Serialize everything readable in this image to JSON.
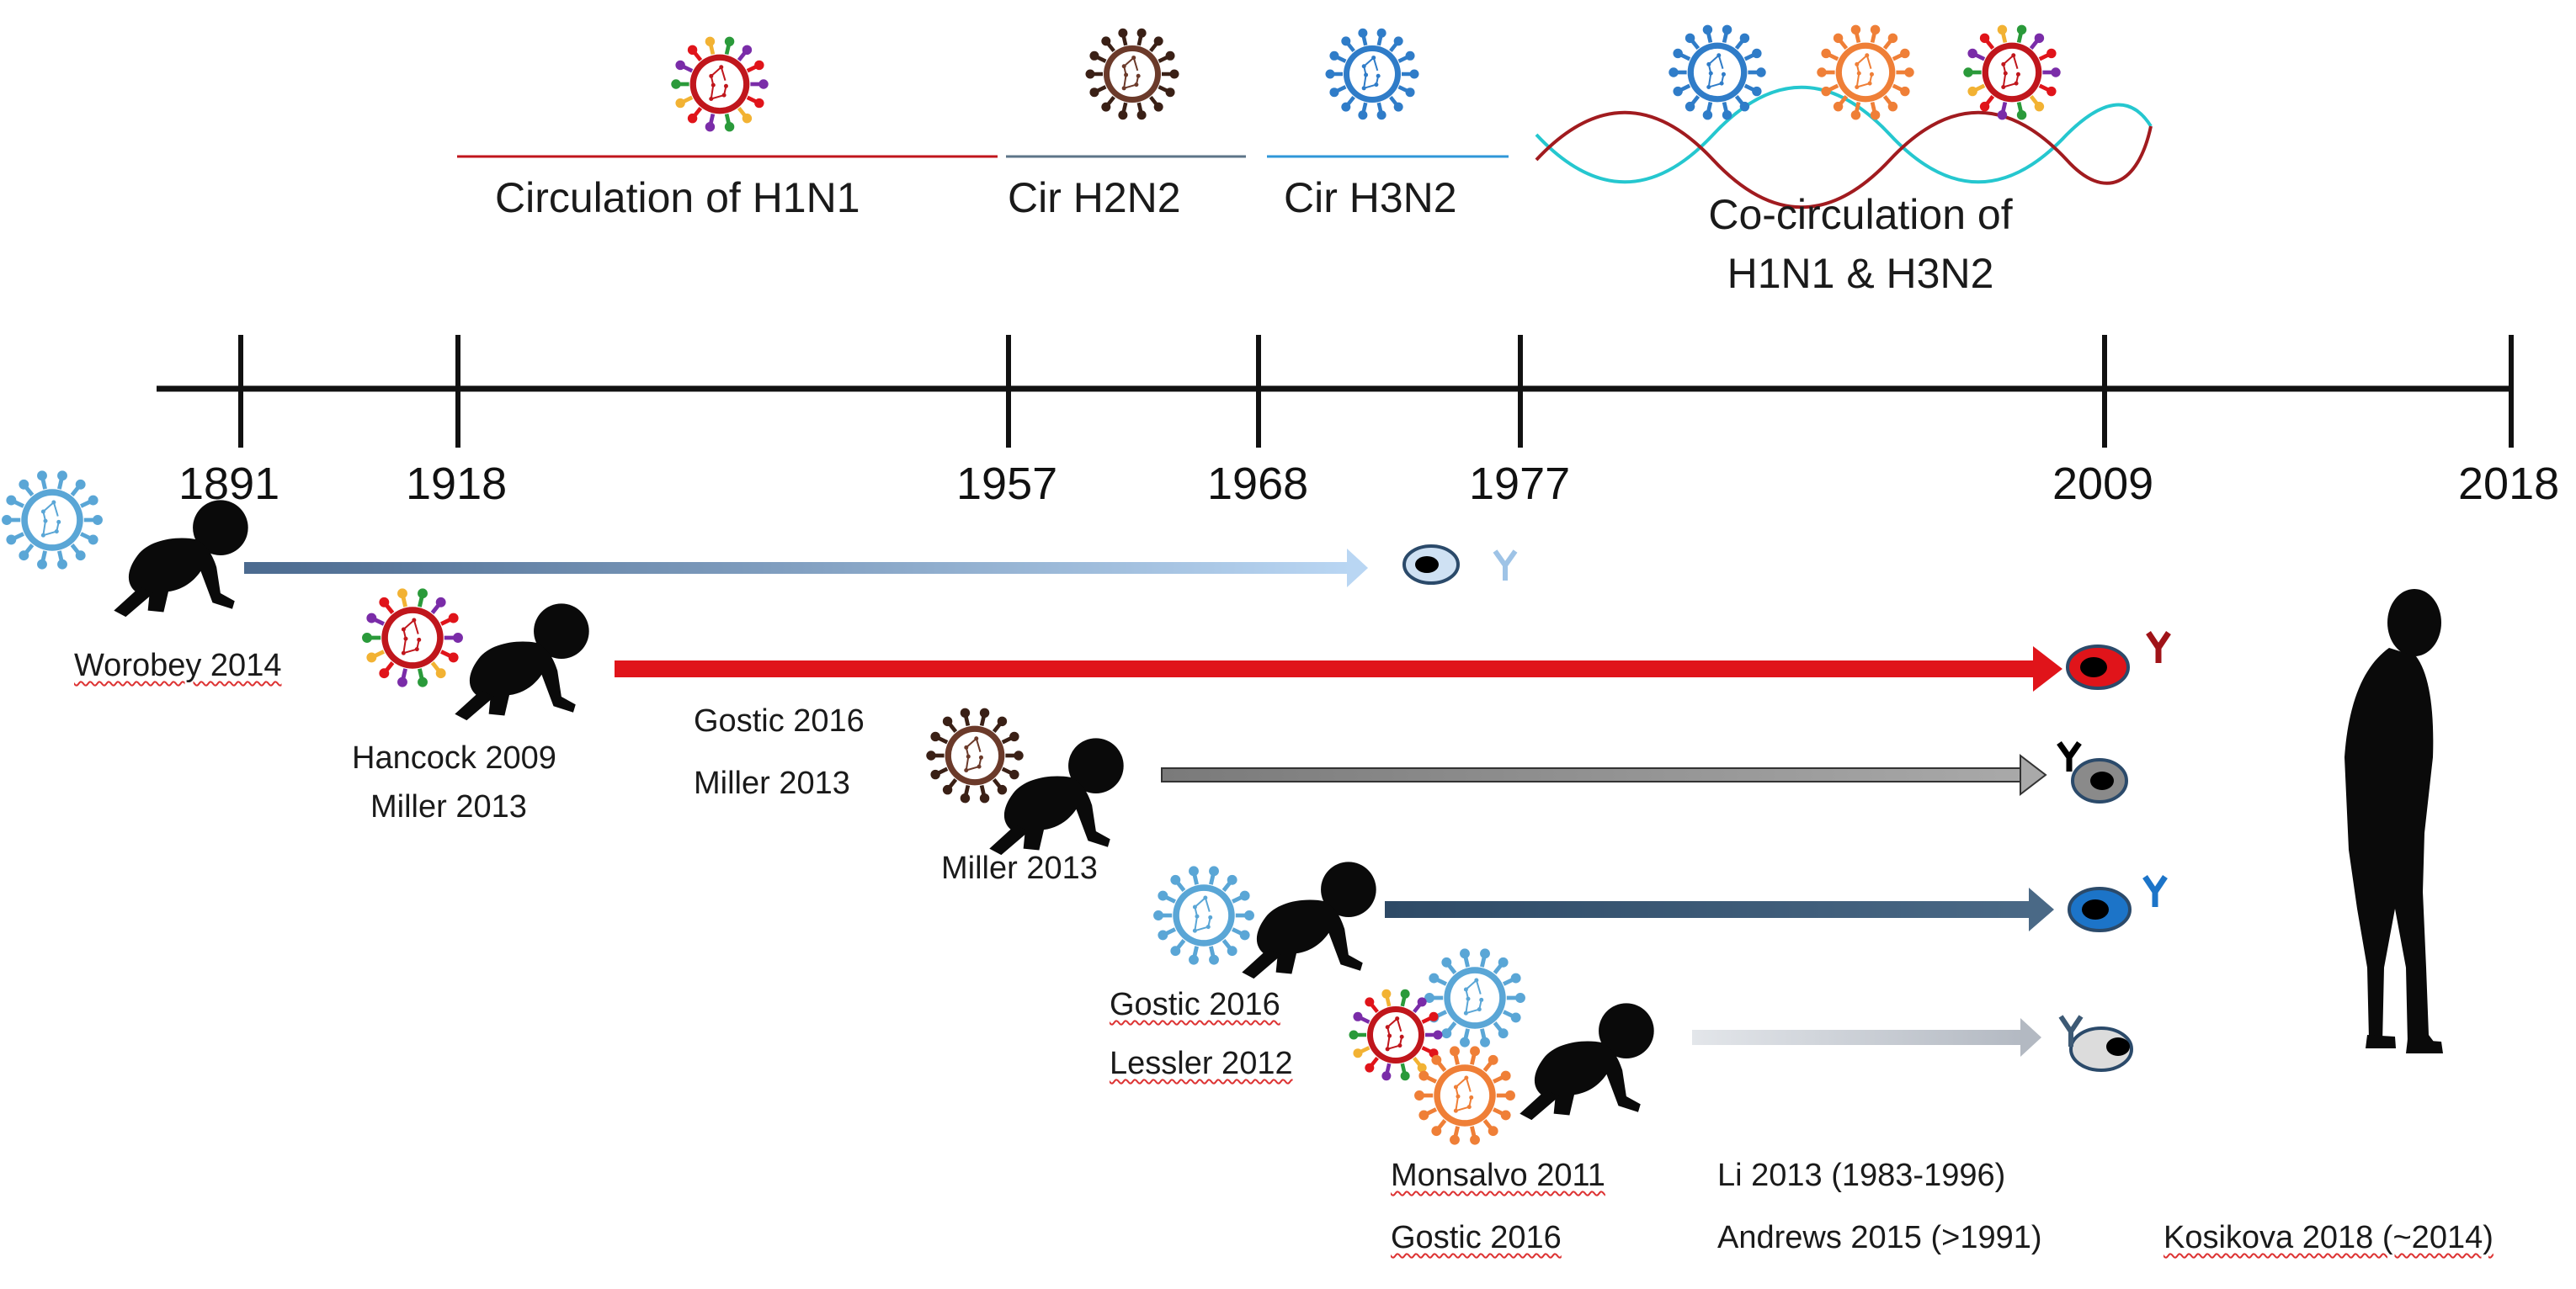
{
  "eras": {
    "h1n1": "Circulation of H1N1",
    "h2n2": "Cir H2N2",
    "h3n2": "Cir H3N2",
    "cocirc_line1": "Co-circulation of",
    "cocirc_line2": "H1N1 & H3N2"
  },
  "years": [
    "1891",
    "1918",
    "1957",
    "1968",
    "1977",
    "2009",
    "2018"
  ],
  "citations": {
    "worobey": "Worobey 2014",
    "hancock_a": "Hancock 2009",
    "hancock_b": "Miller  2013",
    "gostic_miller_a": "Gostic 2016",
    "gostic_miller_b": "Miller  2013",
    "miller_2013": "Miller  2013",
    "gostic_lessler_a": "Gostic 2016",
    "gostic_lessler_b": "Lessler 2012",
    "monsalvo": "Monsalvo 2011",
    "gostic_2016": "Gostic 2016",
    "li": "Li 2013 (1983-1996)",
    "andrews": "Andrews  2015 (>1991)",
    "kosikova": "Kosikova 2018 (~2014)"
  },
  "colors": {
    "h1n1": "#c0161c",
    "h2n2": "#6b3a2a",
    "h3n2": "#2f7cc8",
    "h3n2_light": "#5aa6d6",
    "cocirc_orange": "#ef7f37",
    "wave_red": "#a11b1f",
    "wave_cyan": "#25c7cf",
    "arrow_pale_blue": "#9ec3e6",
    "arrow_red": "#e0141a",
    "arrow_gray": "#8c8c8c",
    "arrow_slate": "#3d5a75",
    "arrow_light_gray": "#c4c8cf"
  },
  "icons": [
    "virus-icon",
    "crawling-baby-icon",
    "cell-icon",
    "antibody-icon",
    "adult-silhouette-icon"
  ]
}
